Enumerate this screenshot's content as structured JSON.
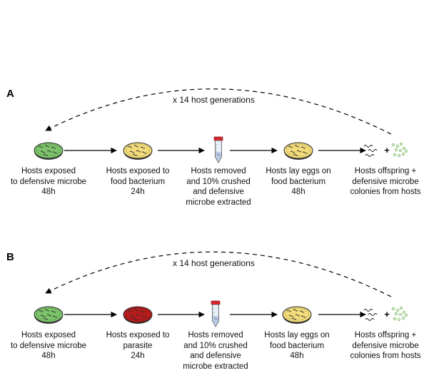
{
  "panels": [
    {
      "label": "A",
      "loop_text": "x 14 host generations",
      "steps": [
        {
          "icon": "green-dish-icon",
          "lines": [
            "Hosts exposed",
            "to defensive microbe",
            "48h"
          ]
        },
        {
          "icon": "yellow-dish-icon",
          "lines": [
            "Hosts exposed to",
            "food bacterium",
            "24h"
          ]
        },
        {
          "icon": "tube-icon",
          "lines": [
            "Hosts removed",
            "and 10% crushed",
            "and defensive",
            "microbe extracted"
          ]
        },
        {
          "icon": "yellow-dish-icon",
          "lines": [
            "Hosts lay eggs on",
            "food bacterium",
            "48h"
          ]
        },
        {
          "icon": "offspring-colonies-icon",
          "lines": [
            "Hosts offspring +",
            "defensive microbe",
            "colonies from hosts"
          ]
        }
      ]
    },
    {
      "label": "B",
      "loop_text": "x 14 host generations",
      "steps": [
        {
          "icon": "green-dish-icon",
          "lines": [
            "Hosts exposed",
            "to defensive microbe",
            "48h"
          ]
        },
        {
          "icon": "red-dish-icon",
          "lines": [
            "Hosts exposed to",
            "parasite",
            "24h"
          ]
        },
        {
          "icon": "tube-icon",
          "lines": [
            "Hosts removed",
            "and 10% crushed",
            "and defensive",
            "microbe extracted"
          ]
        },
        {
          "icon": "yellow-dish-icon",
          "lines": [
            "Hosts lay eggs on",
            "food bacterium",
            "48h"
          ]
        },
        {
          "icon": "offspring-colonies-icon",
          "lines": [
            "Hosts offspring +",
            "defensive microbe",
            "colonies from hosts"
          ]
        }
      ]
    }
  ],
  "plus_sign": "+",
  "colors": {
    "green_dish": "#7cc46a",
    "yellow_dish": "#f3dc7a",
    "red_dish": "#b71c1c",
    "tube_cap": "#d9262c",
    "tube_body": "#e6eef8",
    "colony_dots": "#7ebd67",
    "arrow": "#000000"
  }
}
